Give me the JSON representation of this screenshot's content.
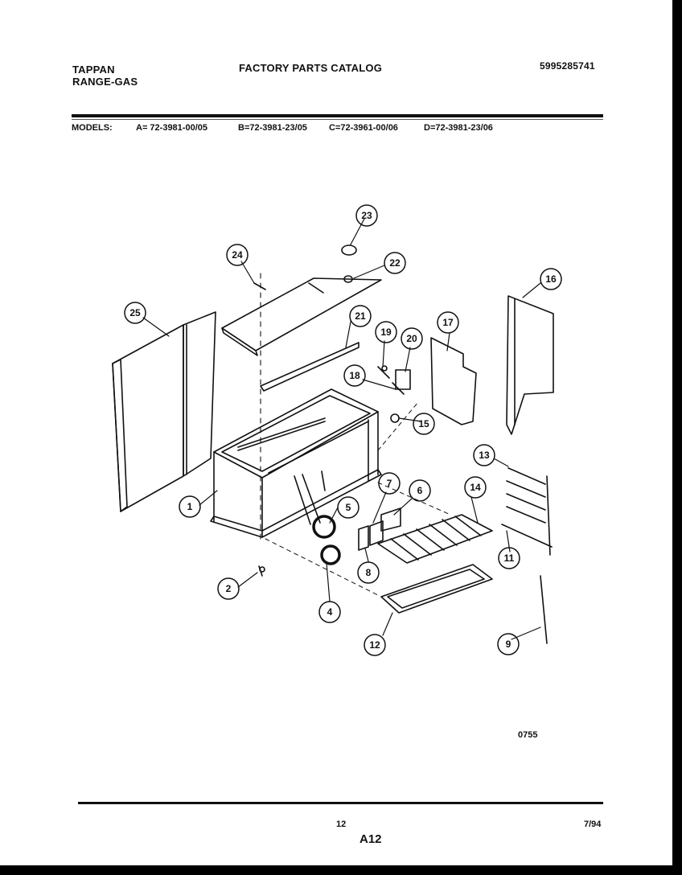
{
  "header": {
    "brand": "TAPPAN",
    "product": "RANGE-GAS",
    "title": "FACTORY PARTS CATALOG",
    "doc_number": "5995285741"
  },
  "models": {
    "label": "MODELS:",
    "items": [
      "A= 72-3981-00/05",
      "B=72-3981-23/05",
      "C=72-3961-00/06",
      "D=72-3981-23/06"
    ]
  },
  "callouts": [
    "1",
    "2",
    "4",
    "5",
    "6",
    "7",
    "8",
    "9",
    "11",
    "12",
    "13",
    "14",
    "15",
    "16",
    "17",
    "18",
    "19",
    "20",
    "21",
    "22",
    "23",
    "24",
    "25"
  ],
  "footer": {
    "drawing_code": "0755",
    "page": "12",
    "section": "A12",
    "date": "7/94"
  }
}
